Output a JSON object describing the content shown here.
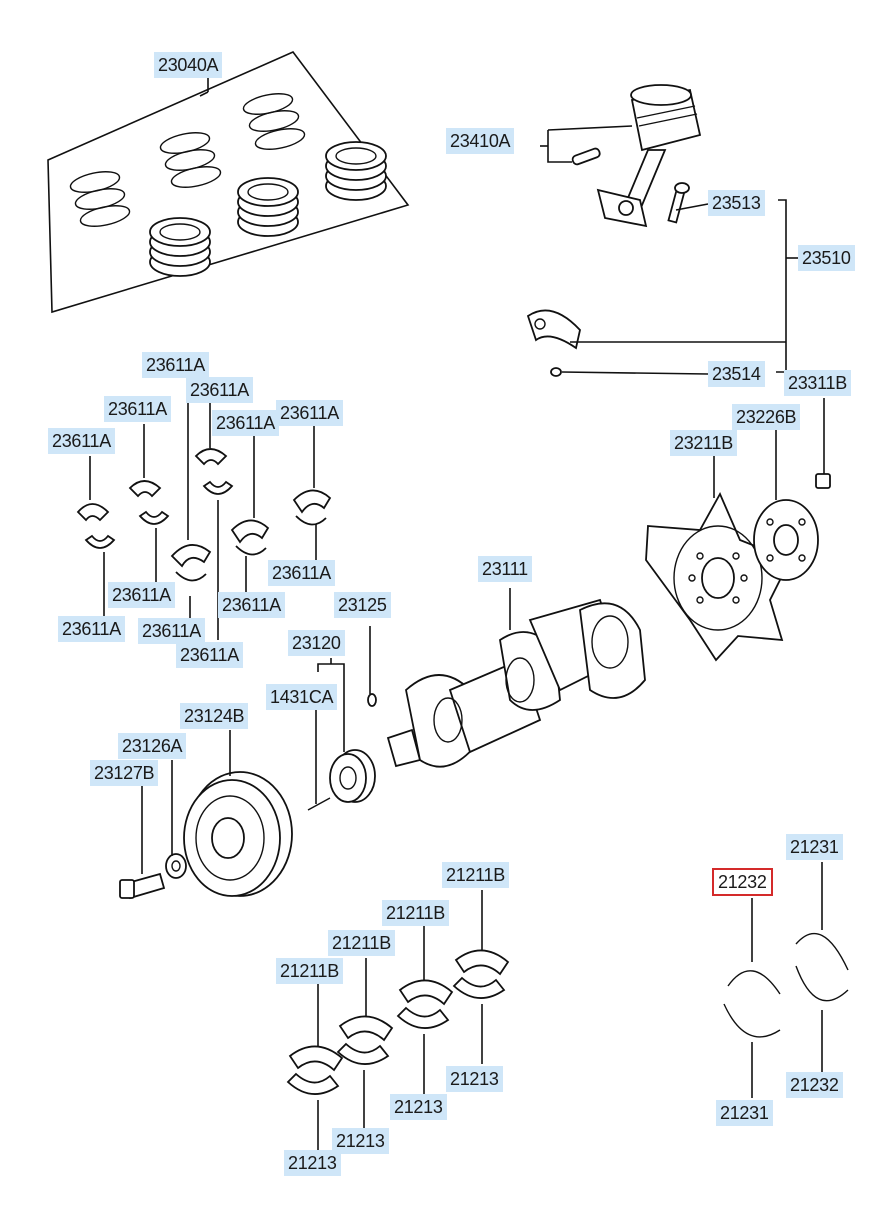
{
  "diagram": {
    "highlight_color": "#d42a2a",
    "label_bg": "#cfe6f8",
    "labels": {
      "rings_set": "23040A",
      "piston_assy": "23410A",
      "conrod_bolt": "23513",
      "conrod_assy": "23510",
      "conrod_nut": "23514",
      "flywheel_bolt": "23311B",
      "adapter_plate": "23226B",
      "drive_plate": "23211B",
      "conrod_bearing_1": "23611A",
      "conrod_bearing_2": "23611A",
      "conrod_bearing_3": "23611A",
      "conrod_bearing_4": "23611A",
      "conrod_bearing_5": "23611A",
      "conrod_bearing_6": "23611A",
      "conrod_bearing_7": "23611A",
      "conrod_bearing_8": "23611A",
      "conrod_bearing_9": "23611A",
      "conrod_bearing_10": "23611A",
      "crankshaft": "23111",
      "sprocket_key": "23125",
      "sprocket": "23120",
      "pin": "1431CA",
      "pulley": "23124B",
      "washer": "23126A",
      "pulley_bolt": "23127B",
      "main_bearing_upper_1": "21211B",
      "main_bearing_upper_2": "21211B",
      "main_bearing_upper_3": "21211B",
      "main_bearing_upper_4": "21211B",
      "main_bearing_lower_1": "21213",
      "main_bearing_lower_2": "21213",
      "main_bearing_lower_3": "21213",
      "main_bearing_lower_4": "21213",
      "thrust_washer_a": "21232",
      "thrust_washer_b": "21231",
      "thrust_washer_c": "21231",
      "thrust_washer_d": "21232"
    }
  }
}
